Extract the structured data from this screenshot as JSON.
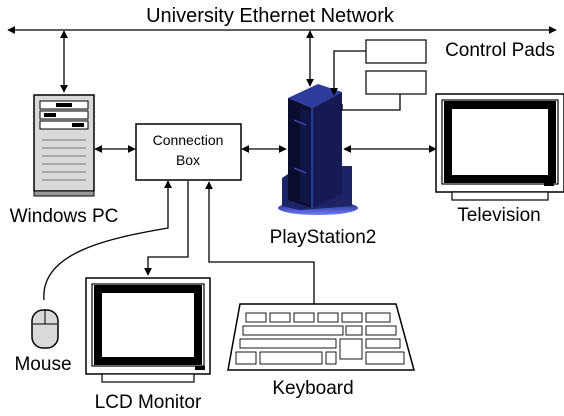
{
  "network_label": "University Ethernet Network",
  "connection_box": {
    "line1": "Connection",
    "line2": "Box"
  },
  "devices": {
    "windows_pc": "Windows PC",
    "playstation2": "PlayStation2",
    "television": "Television",
    "control_pads": "Control Pads",
    "mouse": "Mouse",
    "lcd_monitor": "LCD Monitor",
    "keyboard": "Keyboard"
  },
  "colors": {
    "ink": "#000000",
    "background": "#ffffff",
    "pc_case": "#d9d9d9",
    "ps2_body": "#0a0d2e",
    "ps2_glow": "#3c4ad6"
  },
  "icons": [
    "windows-pc-tower-icon",
    "playstation2-console-icon",
    "television-icon",
    "control-pad-icon",
    "mouse-icon",
    "lcd-monitor-icon",
    "keyboard-icon"
  ]
}
